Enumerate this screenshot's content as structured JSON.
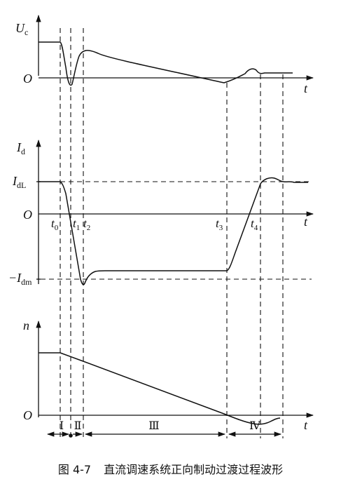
{
  "panel_uc": {
    "label_main": "U",
    "label_sub": "c",
    "origin": "O",
    "time": "t"
  },
  "panel_id": {
    "label_main": "I",
    "label_sub": "d",
    "idl_main": "I",
    "idl_sub": "dL",
    "idm_prefix": "−I",
    "idm_sub": "dm",
    "origin": "O",
    "time": "t",
    "t0_main": "t",
    "t0_sub": "0",
    "t1_main": "t",
    "t1_sub": "1",
    "t2_main": "t",
    "t2_sub": "2",
    "t3_main": "t",
    "t3_sub": "3",
    "t4_main": "t",
    "t4_sub": "4"
  },
  "panel_n": {
    "label_main": "n",
    "origin": "O",
    "time": "t"
  },
  "stages": {
    "s1": "Ⅰ",
    "s2": "Ⅱ",
    "s3": "Ⅲ",
    "s4": "Ⅳ"
  },
  "caption": {
    "figure_no": "图 4-7",
    "text": "直流调速系统正向制动过渡过程波形"
  }
}
